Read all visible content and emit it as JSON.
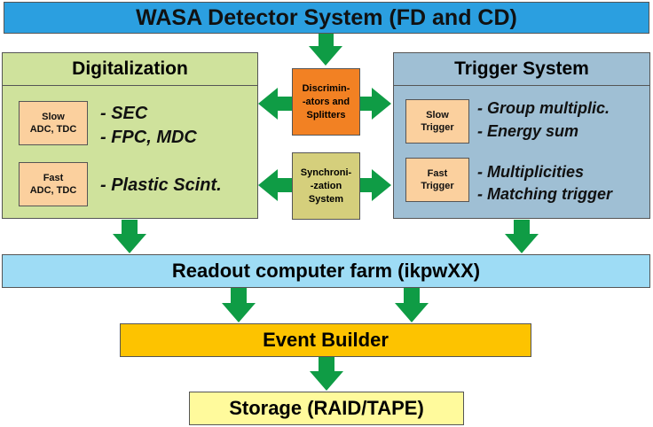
{
  "top": {
    "label": "WASA Detector System (FD and CD)"
  },
  "digitalization": {
    "title": "Digitalization",
    "slow_box": [
      "Slow",
      "ADC, TDC"
    ],
    "slow_items": [
      "- SEC",
      "- FPC, MDC"
    ],
    "fast_box": [
      "Fast",
      "ADC, TDC"
    ],
    "fast_items": [
      "- Plastic Scint."
    ]
  },
  "trigger": {
    "title": "Trigger System",
    "slow_box": [
      "Slow",
      "Trigger"
    ],
    "slow_items": [
      "- Group multiplic.",
      "- Energy sum"
    ],
    "fast_box": [
      "Fast",
      "Trigger"
    ],
    "fast_items": [
      "- Multiplicities",
      "- Matching trigger"
    ]
  },
  "discriminators": [
    "Discrimin-",
    "-ators and",
    "Splitters"
  ],
  "synchronization": [
    "Synchroni-",
    "-zation",
    "System"
  ],
  "readout": {
    "label": "Readout computer farm (ikpwXX)"
  },
  "event_builder": {
    "label": "Event Builder"
  },
  "storage": {
    "label": "Storage (RAID/TAPE)"
  },
  "colors": {
    "top": "#2b9fe0",
    "digitalization": "#cfe29c",
    "trigger": "#9fbfd4",
    "inner_boxes": "#fbd09e",
    "discriminators": "#f28123",
    "synchronization": "#d5cf7c",
    "readout": "#9edcf5",
    "event_builder": "#fdc300",
    "storage": "#fffa9c",
    "arrows": "#0f9c45"
  }
}
